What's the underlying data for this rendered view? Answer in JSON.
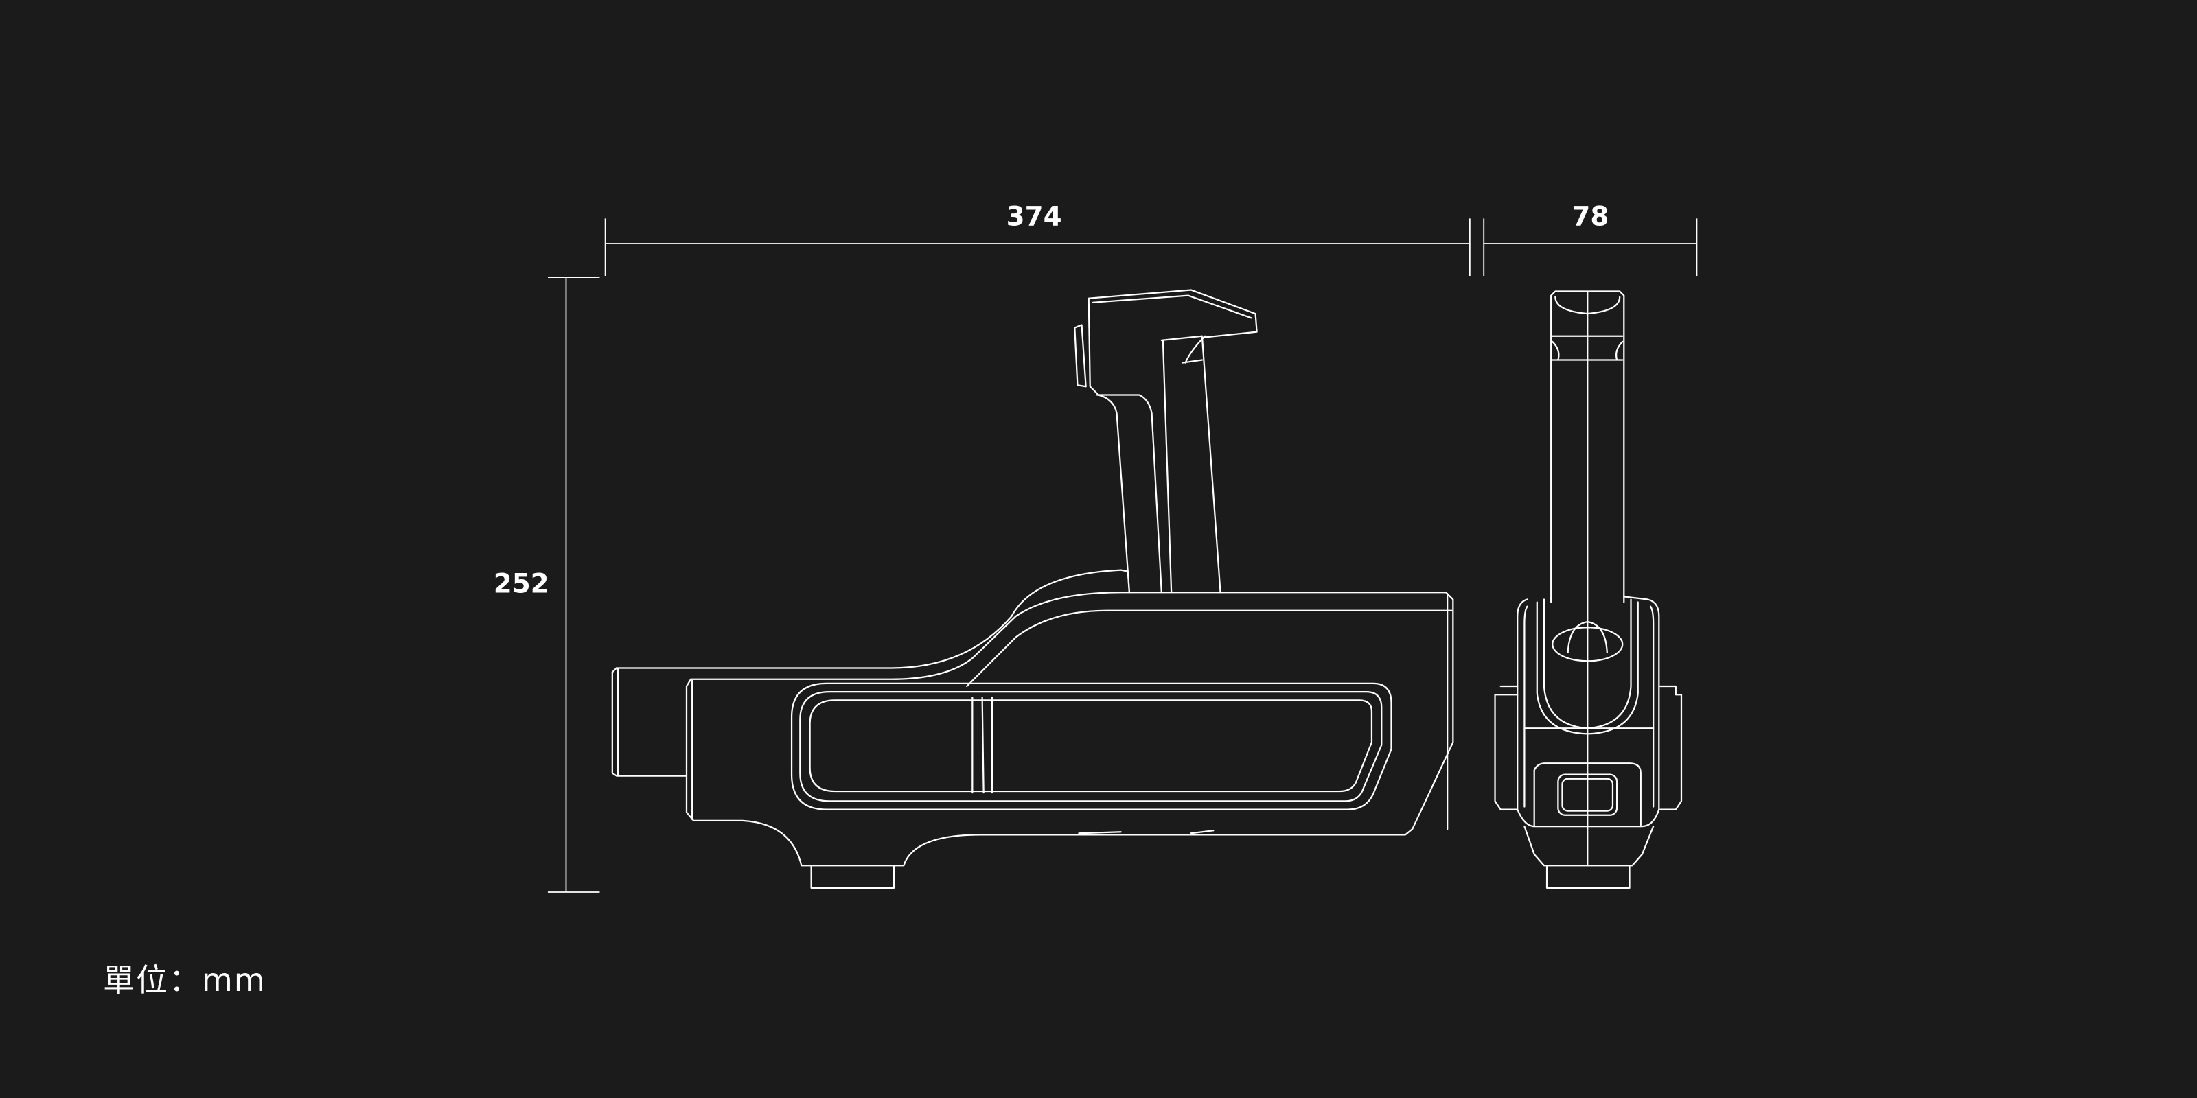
{
  "dimensions": {
    "length": "374",
    "width": "78",
    "height": "252"
  },
  "unit_label": "單位：mm",
  "colors": {
    "background": "#1b1b1b",
    "line": "#ffffff"
  }
}
